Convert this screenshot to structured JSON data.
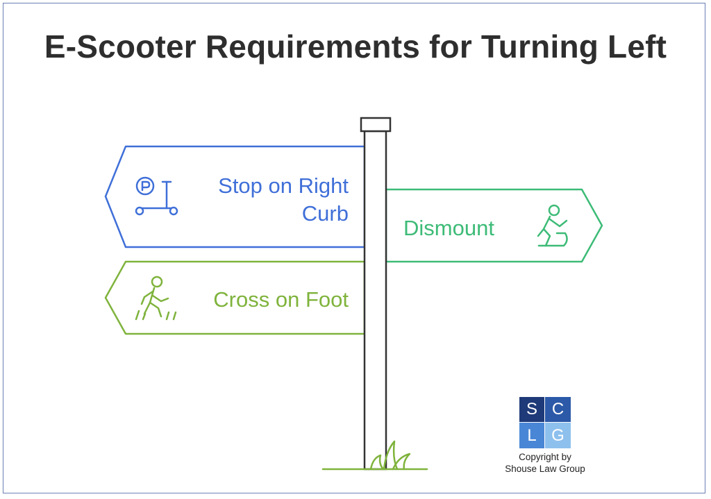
{
  "title": "E-Scooter Requirements for Turning Left",
  "signs": [
    {
      "id": "stop",
      "lines": [
        "Stop on Right",
        "Curb"
      ],
      "icon": "parking-scooter-icon",
      "direction": "left",
      "color": "#3f6fd8"
    },
    {
      "id": "dismount",
      "lines": [
        "Dismount"
      ],
      "icon": "dismount-person-icon",
      "direction": "right",
      "color": "#3dbb77"
    },
    {
      "id": "cross",
      "lines": [
        "Cross on Foot"
      ],
      "icon": "walking-person-icon",
      "direction": "left",
      "color": "#7fb33c"
    }
  ],
  "logo": {
    "letters": [
      "S",
      "C",
      "L",
      "G"
    ]
  },
  "credit": {
    "line1": "Copyright by",
    "line2": "Shouse Law Group"
  },
  "colors": {
    "title": "#2e2e2e",
    "post": "#333333",
    "grass": "#7fb33c"
  }
}
